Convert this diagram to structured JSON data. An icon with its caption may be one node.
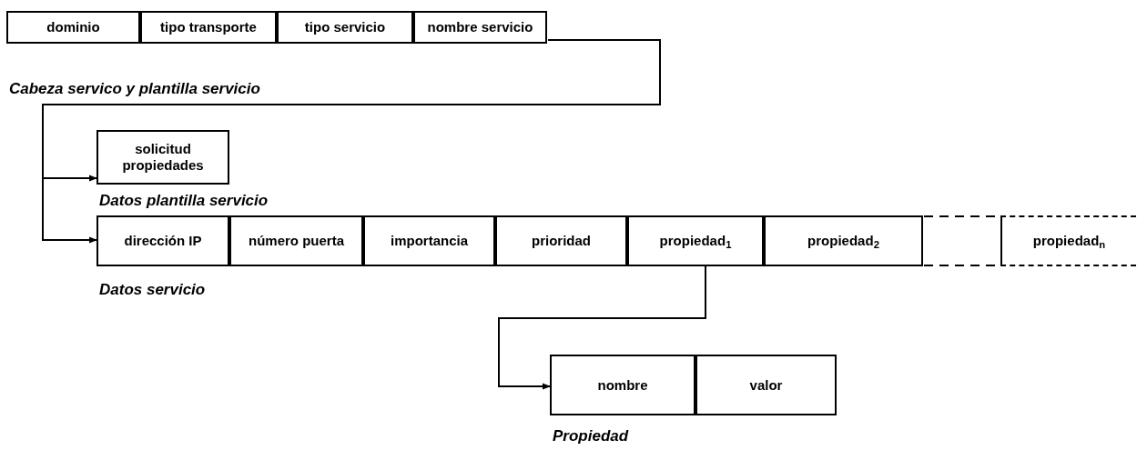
{
  "diagram": {
    "nodes": [
      {
        "text": [
          "Cabeza servico y plantilla servicio"
        ]
      },
      {
        "text": [
          "dominio"
        ],
        "in": 0
      },
      {
        "text": [
          "tipo transporte"
        ],
        "in": 0
      },
      {
        "text": [
          "tipo servicio"
        ],
        "in": 0
      },
      {
        "text": [
          "nombre servicio"
        ],
        "in": 0
      },
      {
        "text": [
          "Datos plantilla servicio"
        ]
      },
      {
        "text": [
          "solicitud propiedades"
        ],
        "in": 5
      },
      {
        "text": [
          "Datos servicio"
        ]
      },
      {
        "text": [
          "dirección IP"
        ],
        "in": 7
      },
      {
        "text": [
          "número puerta"
        ],
        "in": 7
      },
      {
        "text": [
          "importancia"
        ],
        "in": 7
      },
      {
        "text": [
          "prioridad"
        ],
        "in": 7
      },
      {
        "text": [
          "propiedad$_{1}$"
        ],
        "in": 7
      },
      {
        "text": [
          "propiedad$_{2}$"
        ],
        "in": 7
      },
      {
        "text": [
          "propiedad$_{n}$"
        ],
        "in": 7
      },
      {
        "text": [
          "Propiedad"
        ]
      },
      {
        "text": [
          "nombre"
        ],
        "in": 15
      },
      {
        "text": [
          "valor"
        ],
        "in": 15
      }
    ],
    "edges": [
      {
        "from": 4,
        "to": 5,
        "arrow": "to"
      },
      {
        "from": 4,
        "to": 7,
        "arrow": "to"
      },
      {
        "from": 12,
        "to": 15,
        "arrow": "to"
      }
    ]
  }
}
